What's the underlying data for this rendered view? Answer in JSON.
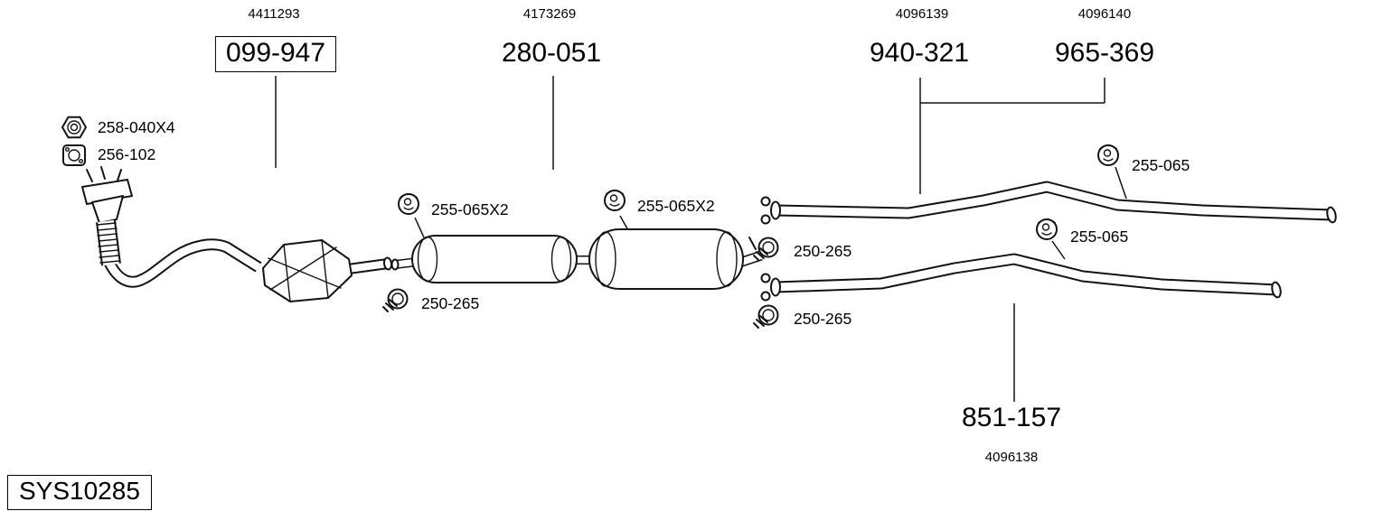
{
  "system_code": "SYS10285",
  "labels": {
    "front_pipe": {
      "ref": "4411293",
      "part": "099-947"
    },
    "center_muffler": {
      "ref": "4173269",
      "part": "280-051"
    },
    "tail_pipe_upper": {
      "ref": "4096139",
      "part": "940-321"
    },
    "tail_pipe_lower": {
      "ref": "4096140",
      "part": "965-369"
    },
    "rear_pipe": {
      "ref": "4096138",
      "part": "851-157"
    },
    "nut": "258-040X4",
    "gasket": "256-102",
    "hanger_center_1": "255-065X2",
    "hanger_center_2": "255-065X2",
    "hanger_right_top": "255-065",
    "hanger_right_mid": "255-065",
    "clamp_front": "250-265",
    "clamp_upper": "250-265",
    "clamp_lower": "250-265"
  },
  "colors": {
    "line": "#131313",
    "background": "#ffffff"
  }
}
